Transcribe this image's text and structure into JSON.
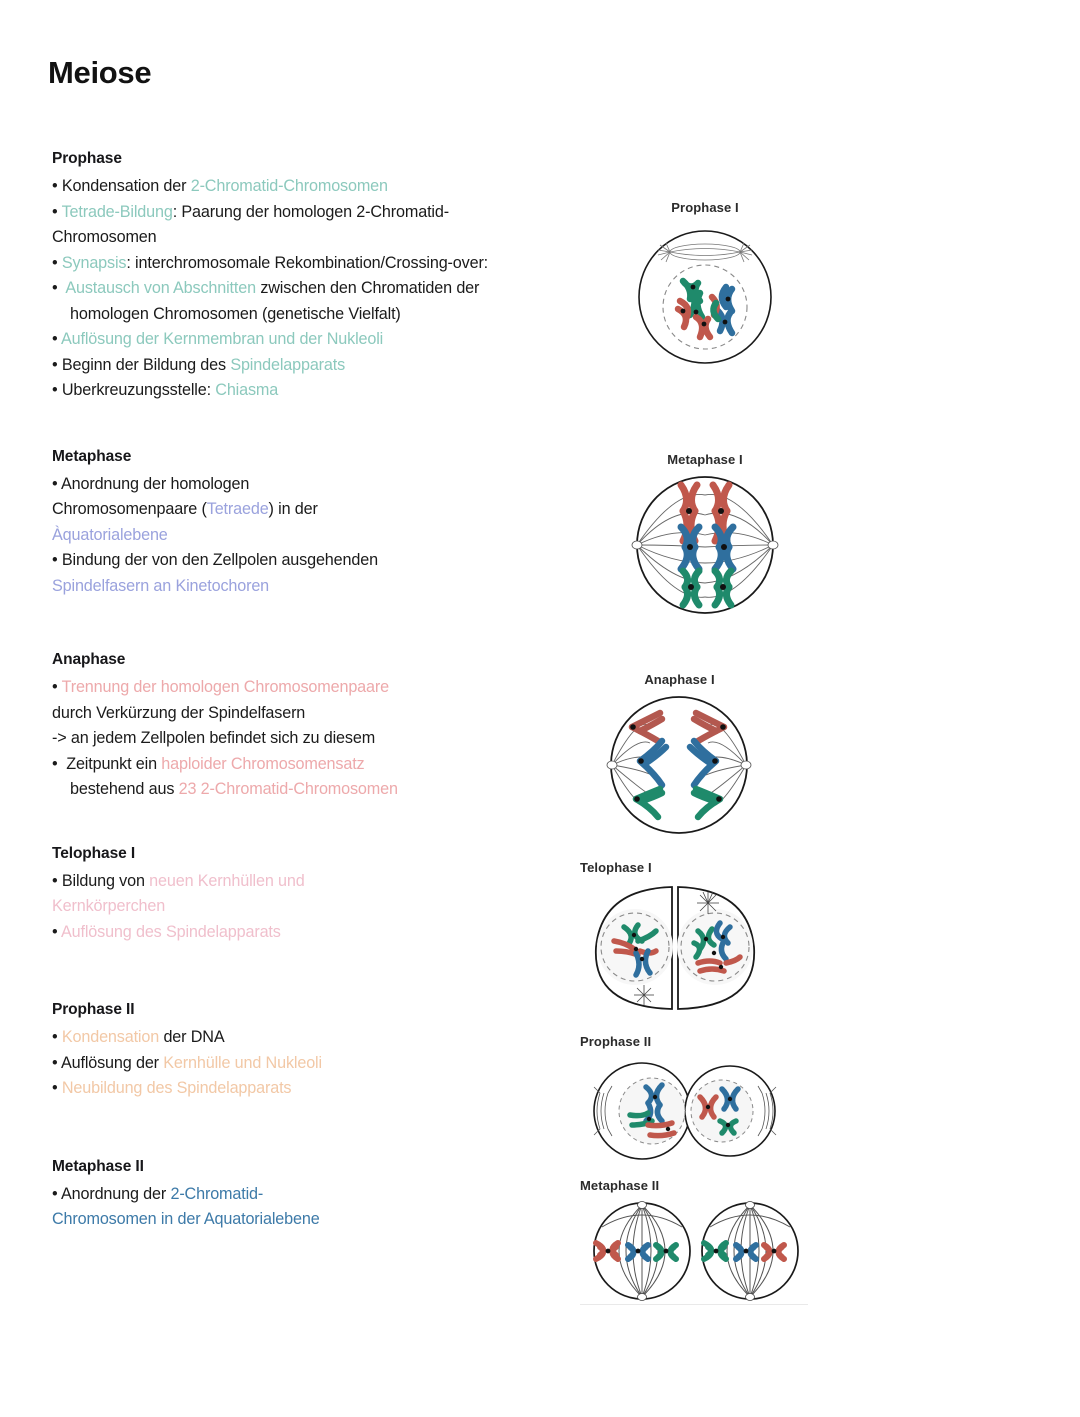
{
  "document": {
    "title": "Meiose",
    "language": "de"
  },
  "colors": {
    "teal": "#8cc9bd",
    "violet": "#9aa2dd",
    "rose": "#eda9ab",
    "pink": "#f0bfcc",
    "peach": "#f2c8a6",
    "blue": "#3d7aa8",
    "chromosome_red": "#c0584c",
    "chromosome_blue": "#2f6f9e",
    "chromosome_green": "#1f8a6b",
    "text": "#1b1b1b"
  },
  "sections": [
    {
      "id": "prophase",
      "heading": "Prophase",
      "lines": [
        {
          "indent": false,
          "parts": [
            {
              "text": "• Kondensation der ",
              "color": "default"
            },
            {
              "text": "2-Chromatid-Chromosomen",
              "color": "teal"
            }
          ]
        },
        {
          "indent": false,
          "parts": [
            {
              "text": "• ",
              "color": "default"
            },
            {
              "text": "Tetrade-Bildung",
              "color": "teal"
            },
            {
              "text": ": Paarung der homologen 2-Chromatid-",
              "color": "default"
            }
          ]
        },
        {
          "indent": false,
          "parts": [
            {
              "text": "Chromosomen",
              "color": "default"
            }
          ]
        },
        {
          "indent": false,
          "parts": [
            {
              "text": "• ",
              "color": "default"
            },
            {
              "text": "Synapsis",
              "color": "teal"
            },
            {
              "text": ": interchromosomale Rekombination/Crossing-over:",
              "color": "default"
            }
          ]
        },
        {
          "indent": false,
          "parts": [
            {
              "text": "•  ",
              "color": "default"
            },
            {
              "text": "Austausch von Abschnitten",
              "color": "teal"
            },
            {
              "text": " zwischen den Chromatiden der",
              "color": "default"
            }
          ]
        },
        {
          "indent": true,
          "parts": [
            {
              "text": "homologen Chromosomen (genetische Vielfalt)",
              "color": "default"
            }
          ]
        },
        {
          "indent": false,
          "parts": [
            {
              "text": "• ",
              "color": "default"
            },
            {
              "text": "Auflösung der Kernmembran und der Nukleoli",
              "color": "teal"
            }
          ]
        },
        {
          "indent": false,
          "parts": [
            {
              "text": "• Beginn der Bildung des ",
              "color": "default"
            },
            {
              "text": "Spindelapparats",
              "color": "teal"
            }
          ]
        },
        {
          "indent": false,
          "parts": [
            {
              "text": "• Uberkreuzungsstelle: ",
              "color": "default"
            },
            {
              "text": "Chiasma",
              "color": "teal"
            }
          ]
        }
      ]
    },
    {
      "id": "metaphase",
      "heading": "Metaphase",
      "lines": [
        {
          "indent": false,
          "parts": [
            {
              "text": "• Anordnung der homologen",
              "color": "default"
            }
          ]
        },
        {
          "indent": false,
          "parts": [
            {
              "text": "Chromosomenpaare (",
              "color": "default"
            },
            {
              "text": "Tetraede",
              "color": "violet"
            },
            {
              "text": ") in der",
              "color": "default"
            }
          ]
        },
        {
          "indent": false,
          "parts": [
            {
              "text": "Àquatorialebene",
              "color": "violet"
            }
          ]
        },
        {
          "indent": false,
          "parts": [
            {
              "text": "• Bindung der von den Zellpolen ausgehenden",
              "color": "default"
            }
          ]
        },
        {
          "indent": false,
          "parts": [
            {
              "text": "Spindelfasern an Kinetochoren",
              "color": "violet"
            }
          ]
        }
      ]
    },
    {
      "id": "anaphase",
      "heading": "Anaphase",
      "lines": [
        {
          "indent": false,
          "parts": [
            {
              "text": "• ",
              "color": "default"
            },
            {
              "text": "Trennung der homologen Chromosomenpaare",
              "color": "rose"
            }
          ]
        },
        {
          "indent": false,
          "parts": [
            {
              "text": "durch Verkürzung der Spindelfasern",
              "color": "default"
            }
          ]
        },
        {
          "indent": false,
          "parts": [
            {
              "text": "-> an jedem Zellpolen befindet sich zu diesem",
              "color": "default"
            }
          ]
        },
        {
          "indent": false,
          "parts": [
            {
              "text": "•  Zeitpunkt ein ",
              "color": "default"
            },
            {
              "text": "haploider Chromosomensatz",
              "color": "rose"
            }
          ]
        },
        {
          "indent": true,
          "parts": [
            {
              "text": "bestehend aus ",
              "color": "default"
            },
            {
              "text": "23 2-Chromatid-Chromosomen",
              "color": "rose"
            }
          ]
        }
      ]
    },
    {
      "id": "telophase-1",
      "heading": "Telophase I",
      "lines": [
        {
          "indent": false,
          "parts": [
            {
              "text": "• Bildung von ",
              "color": "default"
            },
            {
              "text": "neuen Kernhüllen und",
              "color": "pink"
            }
          ]
        },
        {
          "indent": false,
          "parts": [
            {
              "text": "Kernkörperchen",
              "color": "pink"
            }
          ]
        },
        {
          "indent": false,
          "parts": [
            {
              "text": "• ",
              "color": "default"
            },
            {
              "text": "Auflösung des Spindelapparats",
              "color": "pink"
            }
          ]
        }
      ]
    },
    {
      "id": "prophase-2",
      "heading": "Prophase II",
      "lines": [
        {
          "indent": false,
          "parts": [
            {
              "text": "• ",
              "color": "default"
            },
            {
              "text": "Kondensation",
              "color": "peach"
            },
            {
              "text": " der DNA",
              "color": "default"
            }
          ]
        },
        {
          "indent": false,
          "parts": [
            {
              "text": "• Auflösung der ",
              "color": "default"
            },
            {
              "text": "Kernhülle und Nukleoli",
              "color": "peach"
            }
          ]
        },
        {
          "indent": false,
          "parts": [
            {
              "text": "• ",
              "color": "default"
            },
            {
              "text": "Neubildung des Spindelapparats",
              "color": "peach"
            }
          ]
        }
      ]
    },
    {
      "id": "metaphase-2",
      "heading": "Metaphase II",
      "lines": [
        {
          "indent": false,
          "parts": [
            {
              "text": "• Anordnung der ",
              "color": "default"
            },
            {
              "text": "2-Chromatid-",
              "color": "blue"
            }
          ]
        },
        {
          "indent": false,
          "parts": [
            {
              "text": "Chromosomen in der Aquatorialebene",
              "color": "blue"
            }
          ]
        }
      ]
    }
  ],
  "figures": [
    {
      "id": "fig-prophase-1",
      "caption": "Prophase I"
    },
    {
      "id": "fig-metaphase-1",
      "caption": "Metaphase I"
    },
    {
      "id": "fig-anaphase-1",
      "caption": "Anaphase I"
    },
    {
      "id": "fig-telophase-1",
      "caption": "Telophase I"
    },
    {
      "id": "fig-prophase-2",
      "caption": "Prophase II"
    },
    {
      "id": "fig-metaphase-2",
      "caption": "Metaphase II"
    }
  ]
}
